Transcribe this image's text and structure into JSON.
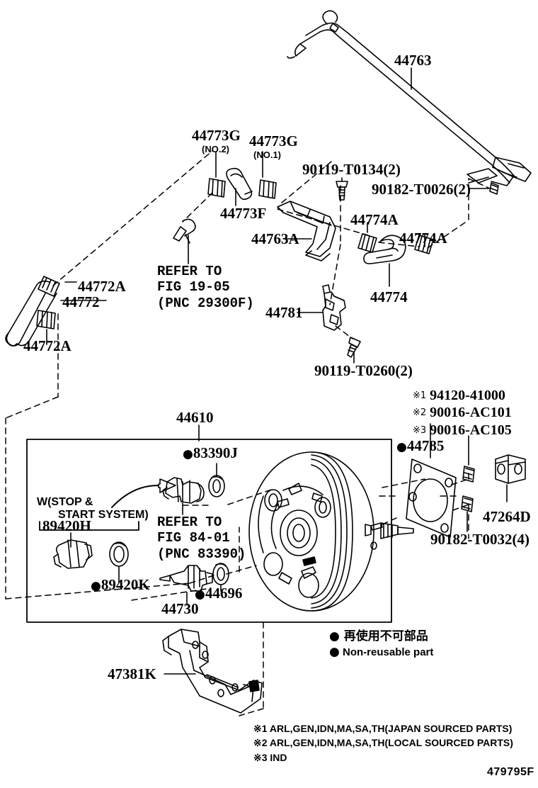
{
  "diagram": {
    "title_code": "479795F",
    "upper_section": {
      "labels": [
        {
          "id": "44763",
          "text": "44763"
        },
        {
          "id": "44773G-no2",
          "text": "44773G",
          "sub": "(NO.2)"
        },
        {
          "id": "44773G-no1",
          "text": "44773G",
          "sub": "(NO.1)"
        },
        {
          "id": "44773F",
          "text": "44773F"
        },
        {
          "id": "44763A",
          "text": "44763A"
        },
        {
          "id": "90119-T0134",
          "text": "90119-T0134(2)"
        },
        {
          "id": "90182-T0026",
          "text": "90182-T0026(2)"
        },
        {
          "id": "44774A-left",
          "text": "44774A"
        },
        {
          "id": "44774A-right",
          "text": "44774A"
        },
        {
          "id": "44774",
          "text": "44774"
        },
        {
          "id": "44781",
          "text": "44781"
        },
        {
          "id": "90119-T0260",
          "text": "90119-T0260(2)"
        },
        {
          "id": "44772A-top",
          "text": "44772A"
        },
        {
          "id": "44772",
          "text": "44772"
        },
        {
          "id": "44772A-bottom",
          "text": "44772A"
        }
      ],
      "refer_block": {
        "line1": "REFER TO",
        "line2": "FIG 19-05",
        "line3": "(PNC 29300F)"
      }
    },
    "lower_section": {
      "labels": [
        {
          "id": "44610",
          "text": "44610"
        },
        {
          "id": "83390J",
          "text": "83390J",
          "nonreusable": true
        },
        {
          "id": "89420H",
          "text": "89420H"
        },
        {
          "id": "89420K",
          "text": "89420K",
          "nonreusable": true
        },
        {
          "id": "44730",
          "text": "44730"
        },
        {
          "id": "44696",
          "text": "44696",
          "nonreusable": true
        },
        {
          "id": "44785",
          "text": "44785",
          "nonreusable": true
        },
        {
          "id": "47264D",
          "text": "47264D"
        },
        {
          "id": "90182-T0032",
          "text": "90182-T0032(4)"
        },
        {
          "id": "47381K",
          "text": "47381K"
        }
      ],
      "wstop_note": {
        "line1": "W(STOP &",
        "line2": "START SYSTEM)"
      },
      "refer_block": {
        "line1": "REFER TO",
        "line2": "FIG 84-01",
        "line3": "(PNC 83390)"
      },
      "starred_parts": [
        {
          "mark": "※1",
          "text": "94120-41000"
        },
        {
          "mark": "※2",
          "text": "90016-AC101"
        },
        {
          "mark": "※3",
          "text": "90016-AC105"
        }
      ]
    },
    "legend": {
      "japanese": "再使用不可部品",
      "english": "Non-reusable part",
      "bullet": "●"
    },
    "footnotes": [
      "※1 ARL,GEN,IDN,MA,SA,TH(JAPAN SOURCED PARTS)",
      "※2 ARL,GEN,IDN,MA,SA,TH(LOCAL SOURCED PARTS)",
      "※3 IND"
    ],
    "colors": {
      "ink": "#000000",
      "paper": "#ffffff"
    }
  }
}
